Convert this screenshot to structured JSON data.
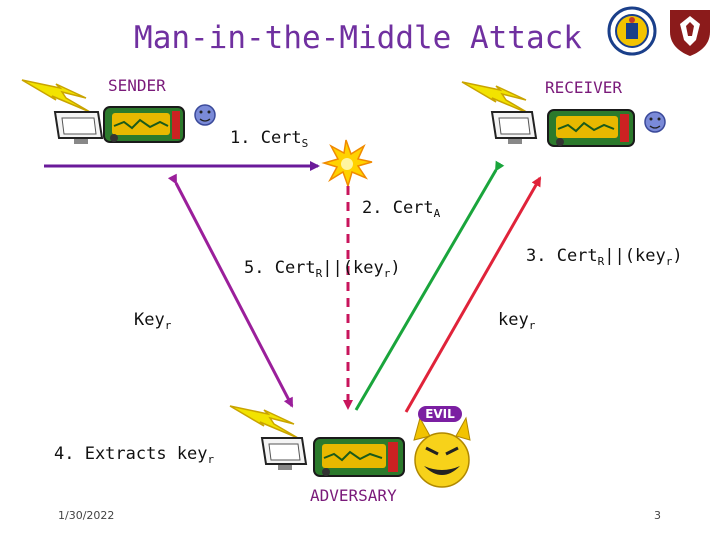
{
  "title": "Man-in-the-Middle Attack",
  "roles": {
    "sender": "SENDER",
    "receiver": "RECEIVER",
    "adversary": "ADVERSARY"
  },
  "messages": {
    "m1": {
      "text": "1. Cert",
      "sub": "S"
    },
    "m2": {
      "text": "2. Cert",
      "sub": "A"
    },
    "m3": {
      "text": "3. Cert",
      "sub": "R",
      "mid": "||(key",
      "sub2": "r",
      "end": ")"
    },
    "m4": {
      "text": "4. Extracts key",
      "sub": "r"
    },
    "m5": {
      "text": "5. Cert",
      "sub": "R",
      "mid": "||(key",
      "sub2": "r",
      "end": ")"
    },
    "key_left": {
      "text": "Key",
      "sub": "r"
    },
    "key_right": {
      "text": "key",
      "sub": "r"
    }
  },
  "evil_badge": "EVIL",
  "footer": {
    "date": "1/30/2022",
    "page": "3"
  },
  "colors": {
    "title": "#7030a0",
    "arrow_purple": "#9b1f9b",
    "arrow_green": "#1aa53c",
    "arrow_red": "#e0233a",
    "arrow_violet": "#6a1a9a",
    "dashed": "#c8155c",
    "burst": "#ffd200"
  }
}
